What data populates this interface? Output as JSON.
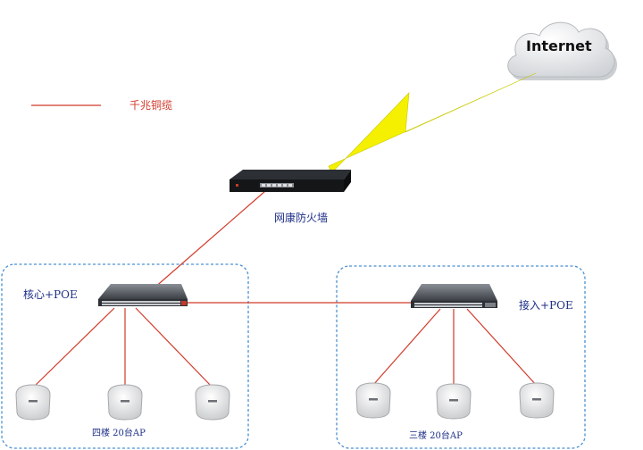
{
  "legend": {
    "label": "千兆铜缆",
    "line_color": "#d23a2a"
  },
  "cloud": {
    "label": "Internet"
  },
  "firewall": {
    "label": "网康防火墙"
  },
  "core_group": {
    "label": "核心+POE",
    "ap_caption": "四楼 20台AP"
  },
  "access_group": {
    "label": "接入+POE",
    "ap_caption": "三楼 20台AP"
  },
  "colors": {
    "link": "#d23a2a",
    "group_border": "#4a8fd0",
    "lightning": "#f5f000",
    "label_text": "#1d2f86"
  }
}
